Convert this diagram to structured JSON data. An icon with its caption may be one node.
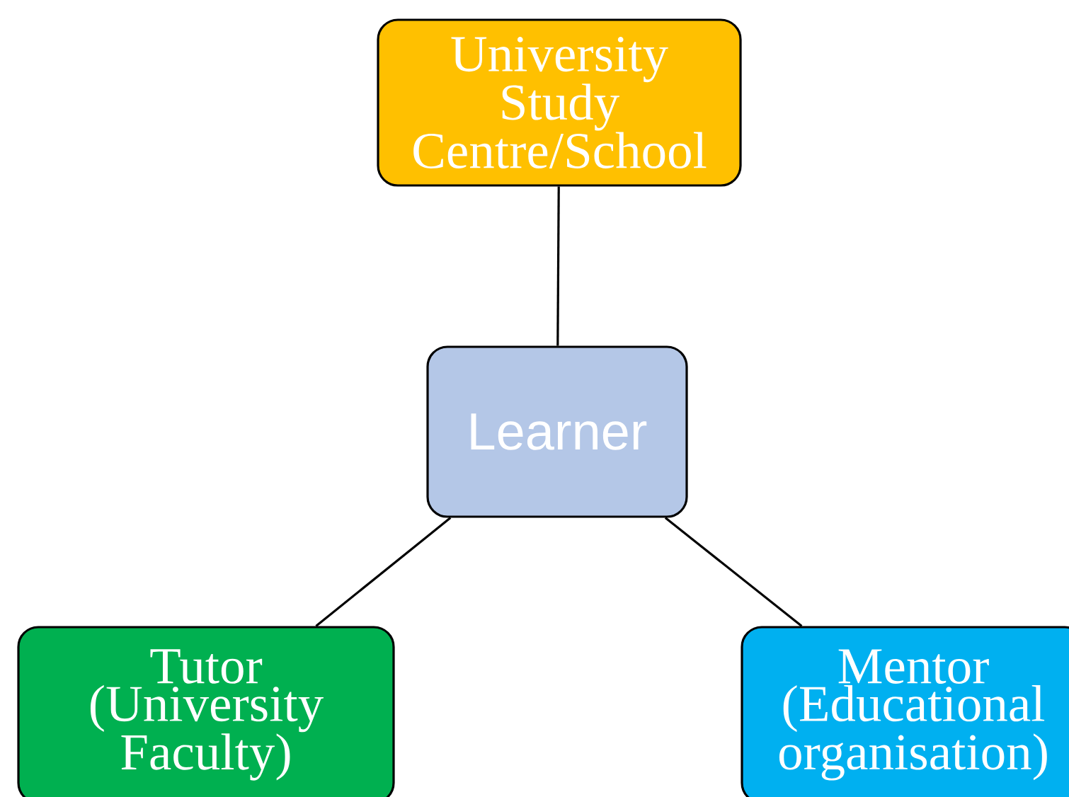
{
  "diagram": {
    "nodes": [
      {
        "text": [
          "University Study Centre/School"
        ]
      },
      {
        "text": [
          "Learner"
        ]
      },
      {
        "text": [
          "Tutor (University Faculty)"
        ]
      },
      {
        "text": [
          "Mentor (Educational organisation)"
        ]
      }
    ],
    "edges": [
      {
        "from": 0,
        "to": 1,
        "arrow": "none"
      },
      {
        "from": 1,
        "to": 2,
        "arrow": "none"
      },
      {
        "from": 1,
        "to": 3,
        "arrow": "none"
      }
    ]
  }
}
